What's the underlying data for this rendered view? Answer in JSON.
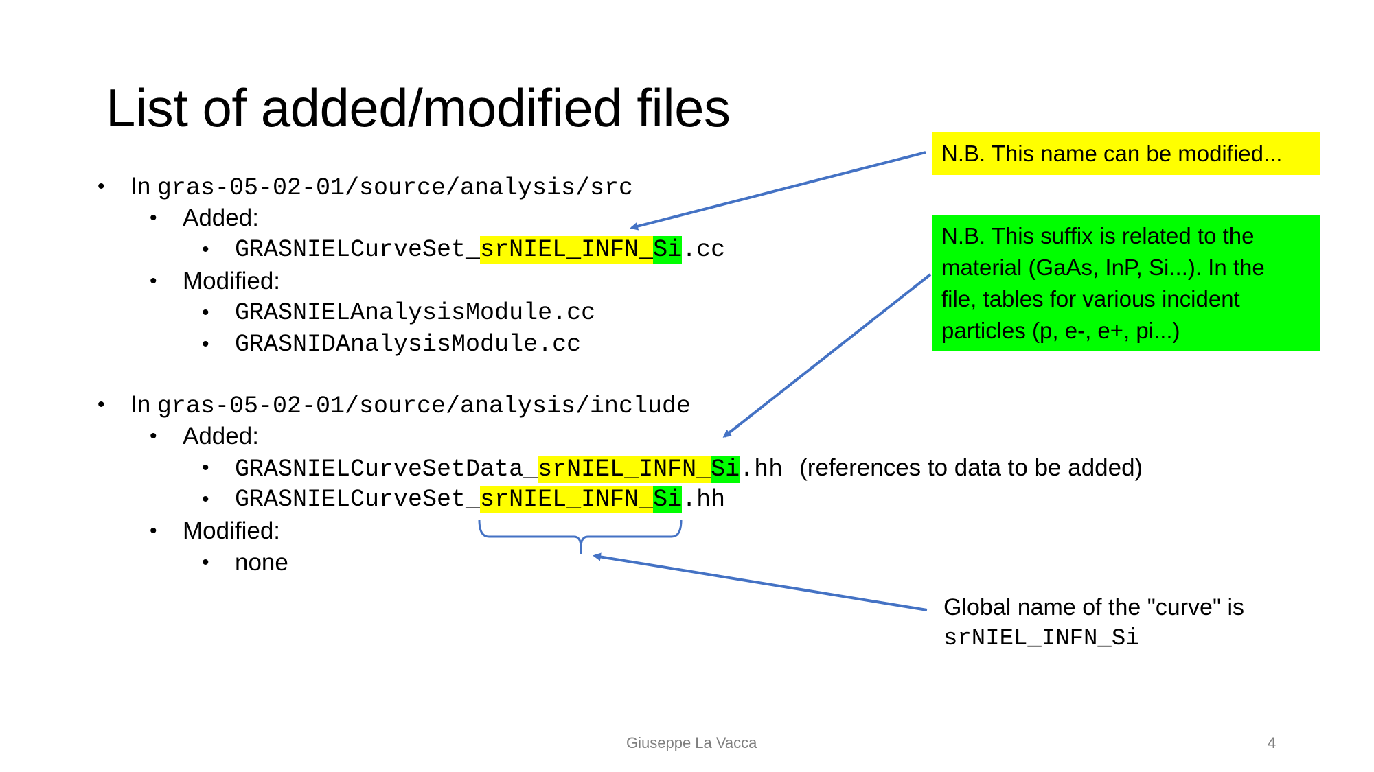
{
  "slide": {
    "title": "List of added/modified files",
    "bullet_char": "•",
    "sections": [
      {
        "prefix": "In ",
        "path": "gras-05-02-01/source/analysis/src",
        "added_label": "Added:",
        "added_file": {
          "base": "GRASNIELCurveSet_",
          "name_part": "srNIEL_INFN_",
          "suffix_part": "Si",
          "ext": ".cc"
        },
        "modified_label": "Modified:",
        "modified_files": [
          "GRASNIELAnalysisModule.cc",
          "GRASNIDAnalysisModule.cc"
        ]
      },
      {
        "prefix": "In ",
        "path": "gras-05-02-01/source/analysis/include",
        "added_label": "Added:",
        "added_files": [
          {
            "base": "GRASNIELCurveSetData_",
            "name_part": "srNIEL_INFN_",
            "suffix_part": "Si",
            "ext": ".hh",
            "comment": "(references to data to be added)"
          },
          {
            "base": "GRASNIELCurveSet_",
            "name_part": "srNIEL_INFN_",
            "suffix_part": "Si",
            "ext": ".hh"
          }
        ],
        "modified_label": "Modified:",
        "modified_files": [
          "none"
        ]
      }
    ],
    "callouts": {
      "name_note": "N.B. This name can be modified...",
      "suffix_note_lines": [
        "N.B. This suffix is related to the",
        "material (GaAs, InP, Si...). In the",
        "file, tables for various incident",
        "particles (p, e-, e+, pi...)"
      ],
      "global_note_text": "Global name of the \"curve\" is",
      "global_note_code": "srNIEL_INFN_Si"
    },
    "footer": {
      "author": "Giuseppe La Vacca",
      "page_number": "4"
    },
    "colors": {
      "name_highlight": "#ffff00",
      "suffix_highlight": "#00ff00",
      "arrow": "#4472c4",
      "footer_text": "#7f7f7f"
    }
  }
}
